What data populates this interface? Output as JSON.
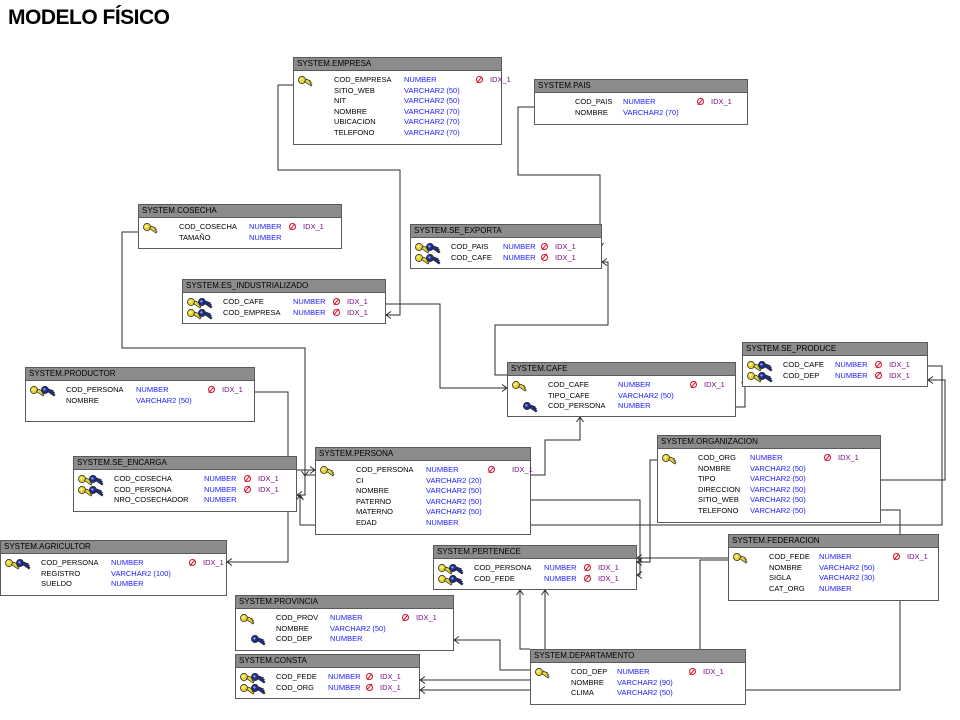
{
  "page_title": "MODELO FÍSICO",
  "tables": [
    {
      "id": "empresa",
      "title": "SYSTEM.EMPRESA",
      "columns": [
        {
          "name": "COD_EMPRESA",
          "type": "NUMBER",
          "not_null": true,
          "index": "IDX_1",
          "key": "pk"
        },
        {
          "name": "SITIO_WEB",
          "type": "VARCHAR2 (50)"
        },
        {
          "name": "NIT",
          "type": "VARCHAR2 (50)"
        },
        {
          "name": "NOMBRE",
          "type": "VARCHAR2 (70)"
        },
        {
          "name": "UBICACION",
          "type": "VARCHAR2 (70)"
        },
        {
          "name": "TELEFONO",
          "type": "VARCHAR2 (70)"
        }
      ]
    },
    {
      "id": "pais",
      "title": "SYSTEM.PAIS",
      "columns": [
        {
          "name": "COD_PAIS",
          "type": "NUMBER",
          "not_null": true,
          "index": "IDX_1"
        },
        {
          "name": "NOMBRE",
          "type": "VARCHAR2 (70)"
        }
      ]
    },
    {
      "id": "cosecha",
      "title": "SYSTEM.COSECHA",
      "columns": [
        {
          "name": "COD_COSECHA",
          "type": "NUMBER",
          "not_null": true,
          "index": "IDX_1",
          "key": "pk"
        },
        {
          "name": "TAMAÑO",
          "type": "NUMBER"
        }
      ]
    },
    {
      "id": "se_exporta",
      "title": "SYSTEM.SE_EXPORTA",
      "columns": [
        {
          "name": "COD_PAIS",
          "type": "NUMBER",
          "not_null": true,
          "index": "IDX_1",
          "key": "pkfk"
        },
        {
          "name": "COD_CAFE",
          "type": "NUMBER",
          "not_null": true,
          "index": "IDX_1",
          "key": "pkfk"
        }
      ]
    },
    {
      "id": "es_industrializado",
      "title": "SYSTEM.ES_INDUSTRIALIZADO",
      "columns": [
        {
          "name": "COD_CAFE",
          "type": "NUMBER",
          "not_null": true,
          "index": "IDX_1",
          "key": "pkfk"
        },
        {
          "name": "COD_EMPRESA",
          "type": "NUMBER",
          "not_null": true,
          "index": "IDX_1",
          "key": "pkfk"
        }
      ]
    },
    {
      "id": "se_produce",
      "title": "SYSTEM.SE_PRODUCE",
      "columns": [
        {
          "name": "COD_CAFE",
          "type": "NUMBER",
          "not_null": true,
          "index": "IDX_1",
          "key": "pkfk"
        },
        {
          "name": "COD_DEP",
          "type": "NUMBER",
          "not_null": true,
          "index": "IDX_1",
          "key": "pkfk"
        }
      ]
    },
    {
      "id": "productor",
      "title": "SYSTEM.PRODUCTOR",
      "columns": [
        {
          "name": "COD_PERSONA",
          "type": "NUMBER",
          "not_null": true,
          "index": "IDX_1",
          "key": "pkfk"
        },
        {
          "name": "NOMBRE",
          "type": "VARCHAR2 (50)"
        }
      ]
    },
    {
      "id": "cafe",
      "title": "SYSTEM.CAFE",
      "columns": [
        {
          "name": "COD_CAFE",
          "type": "NUMBER",
          "not_null": true,
          "index": "IDX_1",
          "key": "pk"
        },
        {
          "name": "TIPO_CAFE",
          "type": "VARCHAR2 (50)"
        },
        {
          "name": "COD_PERSONA",
          "type": "NUMBER",
          "key": "fk"
        }
      ]
    },
    {
      "id": "organizacion",
      "title": "SYSTEM.ORGANIZACION",
      "columns": [
        {
          "name": "COD_ORG",
          "type": "NUMBER",
          "not_null": true,
          "index": "IDX_1",
          "key": "pk"
        },
        {
          "name": "NOMBRE",
          "type": "VARCHAR2 (50)"
        },
        {
          "name": "TIPO",
          "type": "VARCHAR2 (50)"
        },
        {
          "name": "DIRECCION",
          "type": "VARCHAR2 (50)"
        },
        {
          "name": "SITIO_WEB",
          "type": "VARCHAR2 (50)"
        },
        {
          "name": "TELEFONO",
          "type": "VARCHAR2 (50)"
        }
      ]
    },
    {
      "id": "se_encarga",
      "title": "SYSTEM.SE_ENCARGA",
      "columns": [
        {
          "name": "COD_COSECHA",
          "type": "NUMBER",
          "not_null": true,
          "index": "IDX_1",
          "key": "pkfk"
        },
        {
          "name": "COD_PERSONA",
          "type": "NUMBER",
          "not_null": true,
          "index": "IDX_1",
          "key": "pkfk"
        },
        {
          "name": "NRO_COSECHADOR",
          "type": "NUMBER"
        }
      ]
    },
    {
      "id": "persona",
      "title": "SYSTEM.PERSONA",
      "columns": [
        {
          "name": "COD_PERSONA",
          "type": "NUMBER",
          "not_null": true,
          "index": "IDX_1",
          "key": "pk"
        },
        {
          "name": "CI",
          "type": "VARCHAR2 (20)"
        },
        {
          "name": "NOMBRE",
          "type": "VARCHAR2 (50)"
        },
        {
          "name": "PATERNO",
          "type": "VARCHAR2 (50)"
        },
        {
          "name": "MATERNO",
          "type": "VARCHAR2 (50)"
        },
        {
          "name": "EDAD",
          "type": "NUMBER"
        }
      ]
    },
    {
      "id": "agricultor",
      "title": "SYSTEM.AGRICULTOR",
      "columns": [
        {
          "name": "COD_PERSONA",
          "type": "NUMBER",
          "not_null": true,
          "index": "IDX_1",
          "key": "pkfk"
        },
        {
          "name": "REGISTRO",
          "type": "VARCHAR2 (100)"
        },
        {
          "name": "SUELDO",
          "type": "NUMBER"
        }
      ]
    },
    {
      "id": "pertenece",
      "title": "SYSTEM.PERTENECE",
      "columns": [
        {
          "name": "COD_PERSONA",
          "type": "NUMBER",
          "not_null": true,
          "index": "IDX_1",
          "key": "pkfk"
        },
        {
          "name": "COD_FEDE",
          "type": "NUMBER",
          "not_null": true,
          "index": "IDX_1",
          "key": "pkfk"
        }
      ]
    },
    {
      "id": "federacion",
      "title": "SYSTEM.FEDERACION",
      "columns": [
        {
          "name": "COD_FEDE",
          "type": "NUMBER",
          "not_null": true,
          "index": "IDX_1",
          "key": "pk"
        },
        {
          "name": "NOMBRE",
          "type": "VARCHAR2 (50)"
        },
        {
          "name": "SIGLA",
          "type": "VARCHAR2 (30)"
        },
        {
          "name": "CAT_ORG",
          "type": "NUMBER"
        }
      ]
    },
    {
      "id": "provincia",
      "title": "SYSTEM.PROVINCIA",
      "columns": [
        {
          "name": "COD_PROV",
          "type": "NUMBER",
          "not_null": true,
          "index": "IDX_1",
          "key": "pk"
        },
        {
          "name": "NOMBRE",
          "type": "VARCHAR2 (50)"
        },
        {
          "name": "COD_DEP",
          "type": "NUMBER",
          "key": "fk"
        }
      ]
    },
    {
      "id": "consta",
      "title": "SYSTEM.CONSTA",
      "columns": [
        {
          "name": "COD_FEDE",
          "type": "NUMBER",
          "not_null": true,
          "index": "IDX_1",
          "key": "pkfk"
        },
        {
          "name": "COD_ORG",
          "type": "NUMBER",
          "not_null": true,
          "index": "IDX_1",
          "key": "pkfk"
        }
      ]
    },
    {
      "id": "departamento",
      "title": "SYSTEM.DEPARTAMENTO",
      "columns": [
        {
          "name": "COD_DEP",
          "type": "NUMBER",
          "not_null": true,
          "index": "IDX_1",
          "key": "pk"
        },
        {
          "name": "NOMBRE",
          "type": "VARCHAR2 (90)"
        },
        {
          "name": "CLIMA",
          "type": "VARCHAR2 (50)"
        }
      ]
    }
  ]
}
